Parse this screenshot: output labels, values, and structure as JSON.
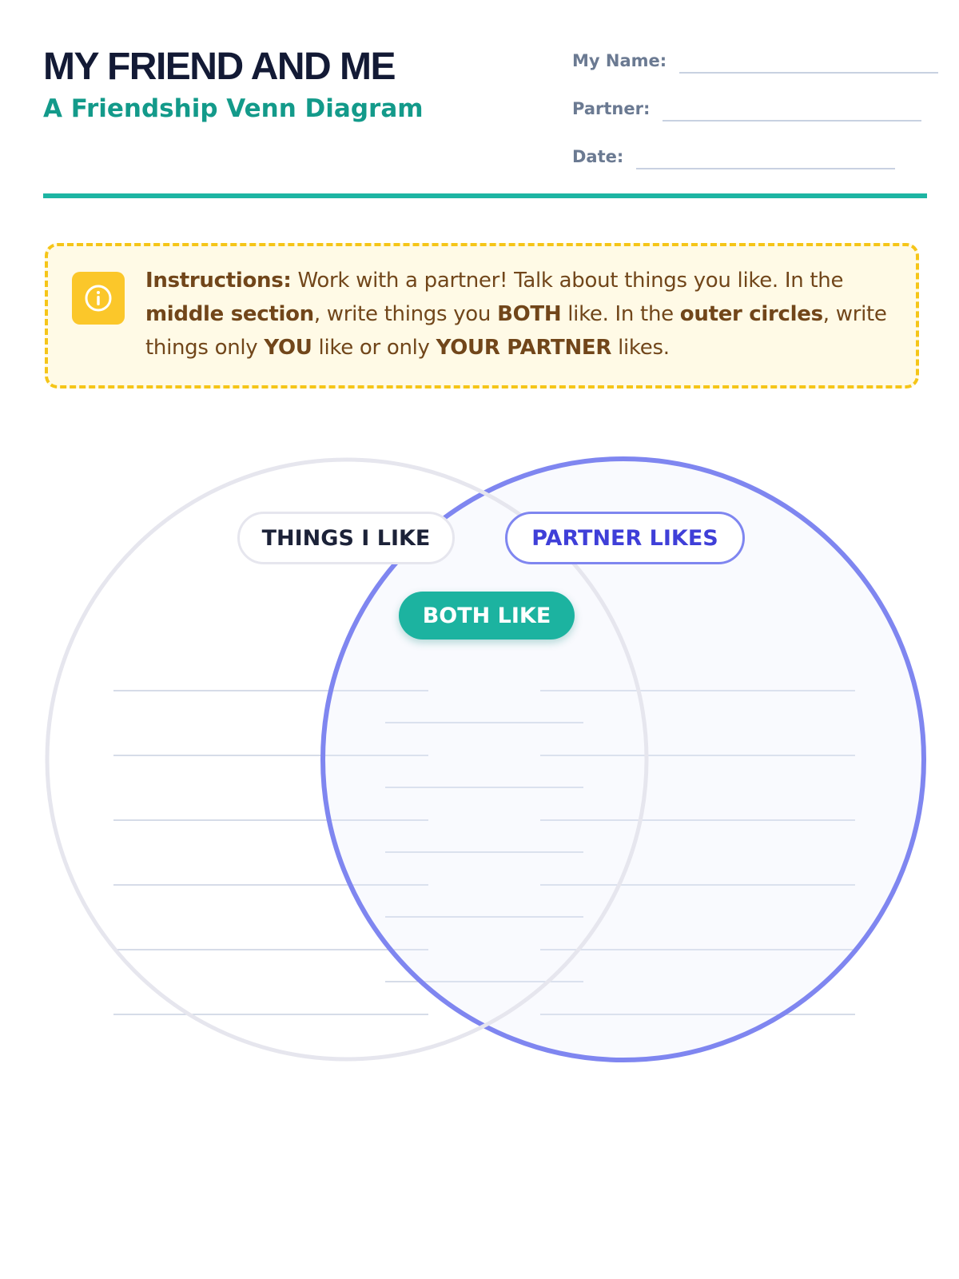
{
  "header": {
    "title": "MY FRIEND AND ME",
    "subtitle": "A Friendship Venn Diagram"
  },
  "fields": {
    "name_label": "My Name:",
    "partner_label": "Partner:",
    "date_label": "Date:"
  },
  "instructions": {
    "icon": "info-icon",
    "lead": "Instructions:",
    "t1": " Work with a partner! Talk about things you like. In the ",
    "middle_section": "middle section",
    "t2": ", write things you ",
    "both": "BOTH",
    "t3": " like. In the ",
    "outer_circles": "outer circles",
    "t4": ", write things only ",
    "you": "YOU",
    "t5": " like or only ",
    "your_partner": "YOUR PARTNER",
    "t6": " likes."
  },
  "venn": {
    "left_label": "THINGS I LIKE",
    "right_label": "PARTNER LIKES",
    "middle_label": "BOTH LIKE",
    "left_lines": 6,
    "middle_lines": 5,
    "right_lines": 6
  },
  "colors": {
    "title": "#131a35",
    "accent_teal": "#1db5a3",
    "instruction_border": "#f5c518",
    "left_circle": "#e6e6ee",
    "right_circle": "#7f86f0",
    "write_line": "#c8d1e1"
  }
}
